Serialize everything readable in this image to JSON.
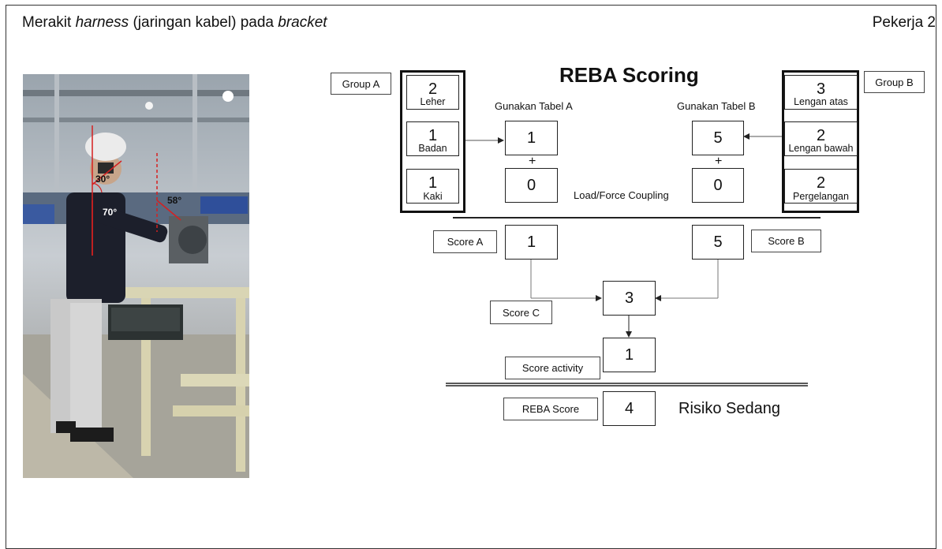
{
  "header": {
    "title_prefix": "Merakit ",
    "title_em1": "harness",
    "title_mid": " (jaringan kabel) pada ",
    "title_em2": "bracket",
    "worker": "Pekerja 2"
  },
  "photo": {
    "angle_neck": "30°",
    "angle_trunk": "70°",
    "angle_arm": "58°"
  },
  "reba": {
    "title": "REBA Scoring",
    "group_a_label": "Group A",
    "group_b_label": "Group B",
    "group_a": [
      {
        "value": "2",
        "label": "Leher"
      },
      {
        "value": "1",
        "label": "Badan"
      },
      {
        "value": "1",
        "label": "Kaki"
      }
    ],
    "group_b": [
      {
        "value": "3",
        "label": "Lengan atas"
      },
      {
        "value": "2",
        "label": "Lengan bawah"
      },
      {
        "value": "2",
        "label": "Pergelangan"
      }
    ],
    "table_a_label": "Gunakan Tabel A",
    "table_b_label": "Gunakan Tabel B",
    "table_a_value": "1",
    "table_b_value": "5",
    "plus": "+",
    "load_a": "0",
    "load_b": "0",
    "load_label": "Load/Force Coupling",
    "score_a_label": "Score A",
    "score_a": "1",
    "score_b_label": "Score B",
    "score_b": "5",
    "score_c_label": "Score C",
    "score_c": "3",
    "activity_label": "Score activity",
    "activity": "1",
    "reba_label": "REBA Score",
    "reba_score": "4",
    "risk": "Risiko Sedang"
  }
}
